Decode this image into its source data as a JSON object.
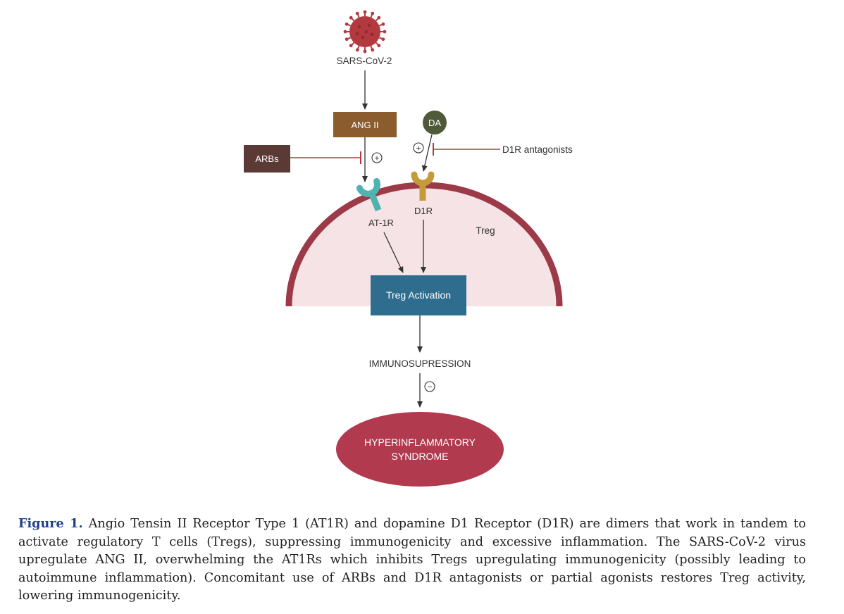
{
  "diagram": {
    "virus_label": "SARS-CoV-2",
    "ang2_label": "ANG II",
    "arbs_label": "ARBs",
    "da_label": "DA",
    "d1r_antagonists_label": "D1R antagonists",
    "at1r_label": "AT-1R",
    "d1r_label": "D1R",
    "treg_label": "Treg",
    "treg_activation_label": "Treg Activation",
    "immunosuppression_label": "IMMUNOSUPRESSION",
    "syndrome_line1": "HYPERINFLAMMATORY",
    "syndrome_line2": "SYNDROME",
    "plus_symbol": "+",
    "minus_symbol": "−",
    "colors": {
      "virus": "#b23a3f",
      "ang2_box": "#8a5c2e",
      "arbs_box": "#5b3a36",
      "da_circle": "#4f5a3a",
      "inhibitor_line": "#b23a3f",
      "at1r_receptor": "#4fb3b0",
      "d1r_receptor": "#c49a3a",
      "membrane": "#9c3a48",
      "cell_fill": "#f6e3e6",
      "treg_activation_box": "#2f6d8e",
      "syndrome_ellipse": "#b23a4f"
    }
  },
  "caption": {
    "label": "Figure 1.",
    "text": " Angio Tensin II Receptor Type 1 (AT1R) and dopamine D1 Receptor (D1R) are dimers that work in tandem to activate regulatory T cells (Tregs), suppressing immunogenicity and excessive inflammation. The SARS-CoV-2 virus upregulate ANG II, overwhelming the AT1Rs which inhibits Tregs upregulating immunogenicity (possibly leading to autoimmune inflammation). Concomitant use of ARBs and D1R antagonists or partial agonists restores Treg activity, lowering immunogenicity."
  }
}
